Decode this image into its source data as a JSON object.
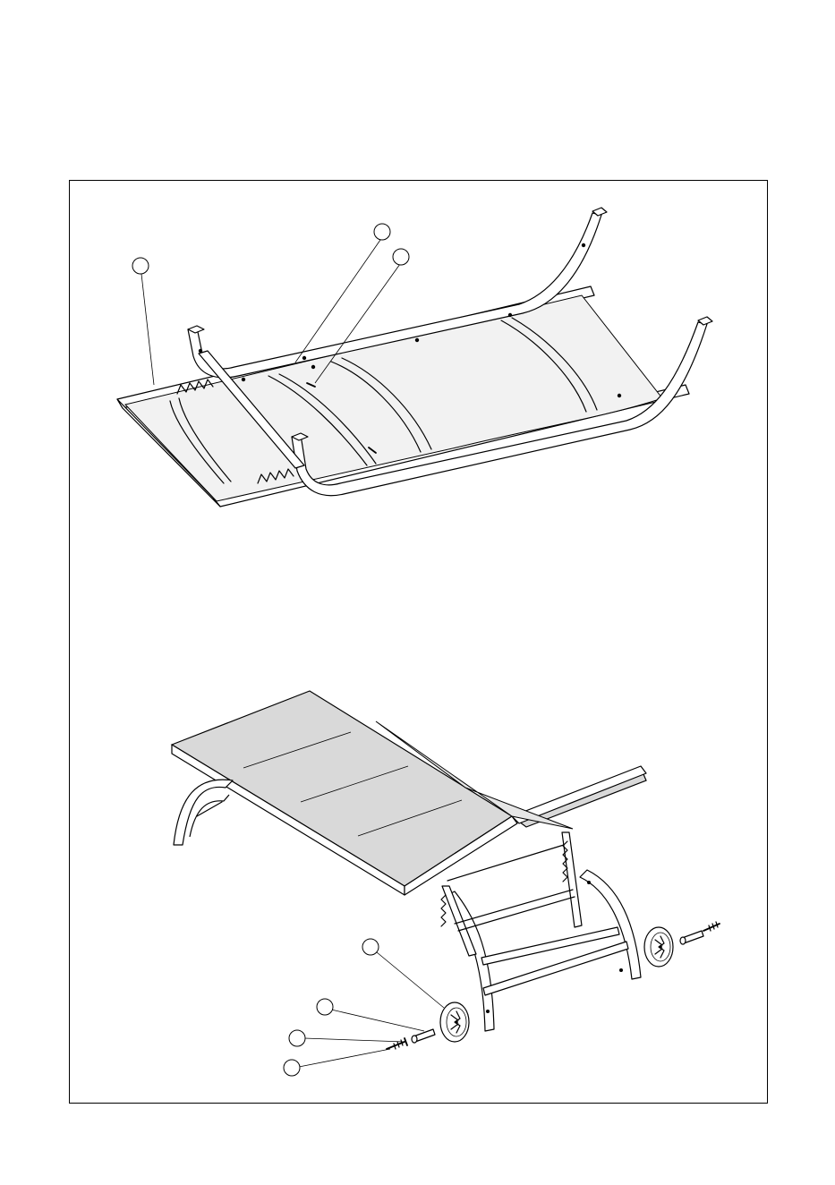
{
  "figure": {
    "top_view": "chair-frame-upside-down",
    "bottom_view": "assembled-chair-with-wheels",
    "callout_bubbles": {
      "top_count": 3,
      "bottom_count": 4,
      "labels": []
    },
    "colors": {
      "line": "#000000",
      "fabric": "#d9d9d9",
      "background": "#ffffff"
    }
  }
}
